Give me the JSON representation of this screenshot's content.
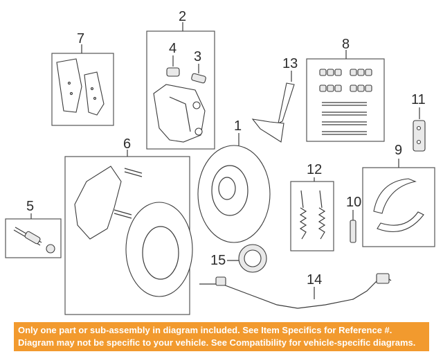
{
  "callouts": {
    "c1": "1",
    "c2": "2",
    "c3": "3",
    "c4": "4",
    "c5": "5",
    "c6": "6",
    "c7": "7",
    "c8": "8",
    "c9": "9",
    "c10": "10",
    "c11": "11",
    "c12": "12",
    "c13": "13",
    "c14": "14",
    "c15": "15"
  },
  "banner": {
    "line1": "Only one part or sub-assembly in diagram included. See Item Specifics for Reference #.",
    "line2": "Diagram may not be specific to your vehicle. See Compatibility for vehicle-specific diagrams.",
    "color": "#f29a2e"
  }
}
